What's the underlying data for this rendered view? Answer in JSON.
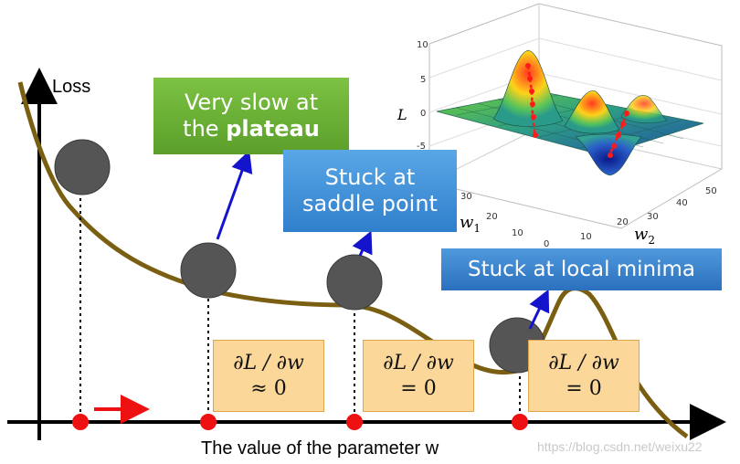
{
  "axes": {
    "y_label": "Loss",
    "x_label": "The value of the parameter w"
  },
  "callouts": {
    "plateau_line1": "Very slow at",
    "plateau_line2_prefix": "the ",
    "plateau_line2_bold": "plateau",
    "saddle_line1": "Stuck at",
    "saddle_line2": "saddle point",
    "local_minima": "Stuck at local minima"
  },
  "formulas": [
    {
      "numerator": "∂L / ∂w",
      "relation": "≈ 0"
    },
    {
      "numerator": "∂L / ∂w",
      "relation": "= 0"
    },
    {
      "numerator": "∂L / ∂w",
      "relation": "= 0"
    }
  ],
  "surface_plot": {
    "z_label": "L",
    "x_label": "w",
    "x_label_sub": "1",
    "y_label": "w",
    "y_label_sub": "2",
    "z_ticks": [
      "10",
      "5",
      "0",
      "-5"
    ],
    "x_ticks": [
      "30",
      "20",
      "10",
      "0"
    ],
    "y_ticks": [
      "10",
      "20",
      "30",
      "40",
      "50"
    ]
  },
  "watermark": "https://blog.csdn.net/weixu22",
  "colors": {
    "curve": "#7a5e12",
    "ball": "#555555",
    "point": "#ee1111",
    "arrow": "#1414cc",
    "callout_green": "#6ab136",
    "callout_blue": "#3b8bd6",
    "formula_fill": "#fbd79a"
  }
}
